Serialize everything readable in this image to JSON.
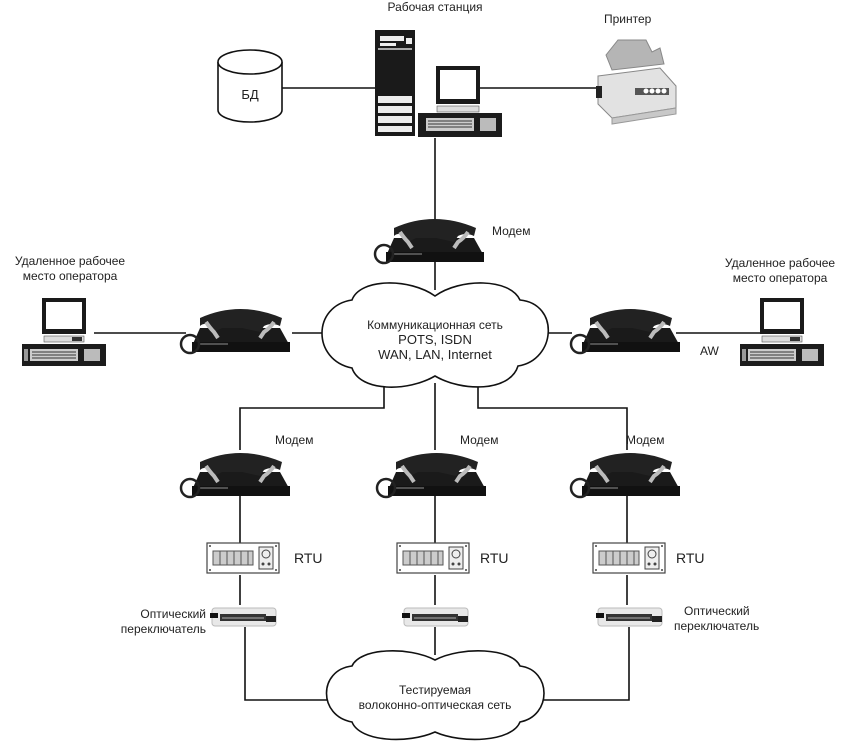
{
  "workstation": {
    "label": "Рабочая станция"
  },
  "database": {
    "label": "БД"
  },
  "printer": {
    "label": "Принтер"
  },
  "top_modem": {
    "label": "Модем"
  },
  "remote_left": {
    "label_line1": "Удаленное рабочее",
    "label_line2": "место оператора"
  },
  "remote_right": {
    "label_line1": "Удаленное рабочее",
    "label_line2": "место оператора",
    "link_label": "AW"
  },
  "comm_cloud": {
    "line1": "Коммуникационная сеть",
    "line2": "POTS, ISDN",
    "line3": "WAN, LAN, Internet"
  },
  "branch_modems": [
    {
      "label": "Модем"
    },
    {
      "label": "Модем"
    },
    {
      "label": "Модем"
    }
  ],
  "rtus": [
    {
      "label": "RTU"
    },
    {
      "label": "RTU"
    },
    {
      "label": "RTU"
    }
  ],
  "optical_switches": [
    {
      "label_line1": "Оптический",
      "label_line2": "переключатель"
    },
    {
      "label_line1": "",
      "label_line2": ""
    },
    {
      "label_line1": "Оптический",
      "label_line2": "переключатель"
    }
  ],
  "fiber_cloud": {
    "line1": "Тестируемая",
    "line2": "волоконно-оптическая сеть"
  }
}
